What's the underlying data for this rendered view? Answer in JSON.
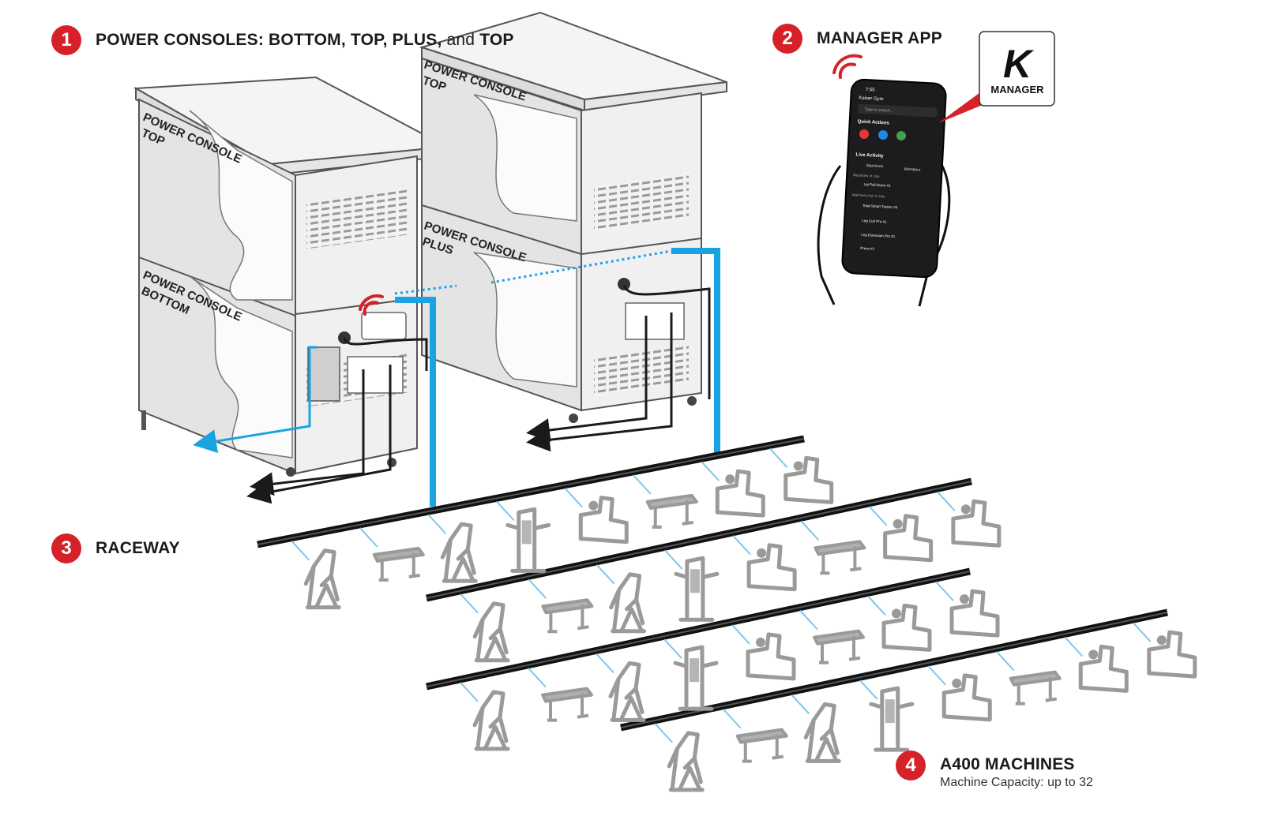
{
  "callouts": {
    "c1": {
      "number": "1",
      "parts": [
        "POWER CONSOLES: BOTTOM, TOP, PLUS,",
        " and ",
        "TOP"
      ]
    },
    "c2": {
      "number": "2",
      "label": "MANAGER APP"
    },
    "c3": {
      "number": "3",
      "label": "RACEWAY"
    },
    "c4": {
      "number": "4",
      "label": "A400 MACHINES",
      "sublabel": "Machine Capacity: up to 32"
    }
  },
  "consoles": {
    "top_left": "POWER CONSOLE TOP",
    "bottom_left": "POWER CONSOLE BOTTOM",
    "top_right": "POWER CONSOLE TOP",
    "plus_right": "POWER CONSOLE PLUS"
  },
  "console_lines": {
    "top_left": [
      "POWER CONSOLE",
      "TOP"
    ],
    "bottom_left": [
      "POWER CONSOLE",
      "BOTTOM"
    ],
    "top_right": [
      "POWER CONSOLE",
      "TOP"
    ],
    "plus_right": [
      "POWER CONSOLE",
      "PLUS"
    ]
  },
  "logo": {
    "letter": "K",
    "word": "MANAGER"
  },
  "phone": {
    "time": "7:55",
    "user": "Kaiser Gym",
    "search_placeholder": "Type to search...",
    "quick_actions": "Quick Actions",
    "live_activity": "Live Activity",
    "tabs": [
      "Machines",
      "Members"
    ],
    "machines_in_use": "Machines In Use",
    "machines_not_in_use": "Machines Not In Use",
    "rows": [
      "Lat Pull Down #1",
      "Total Smart Trainer #3",
      "Leg Curl Pro #1",
      "Leg Extension Pro #1",
      "Press #1"
    ]
  },
  "colors": {
    "accent": "#d62128",
    "cable_blue": "#1aa3e0",
    "machine_gray": "#9a9a9a",
    "phone_dark": "#1c1c1e"
  }
}
